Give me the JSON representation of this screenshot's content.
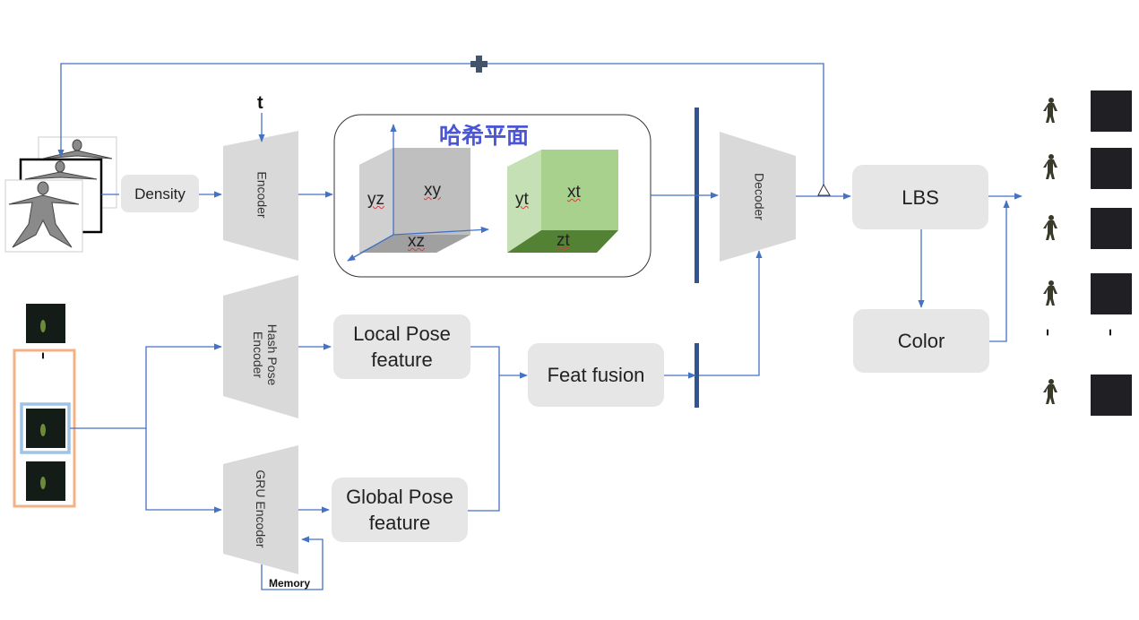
{
  "inputs": {
    "density_label": "Density",
    "t_label": "t"
  },
  "encoders": {
    "encoder": "Encoder",
    "hash_pose_encoder": "Hash Pose Encoder",
    "gru_encoder": "GRU Encoder",
    "decoder": "Decoder"
  },
  "hash_plane": {
    "title": "哈希平面",
    "grey_cube": {
      "yz": "yz",
      "xy": "xy",
      "xz": "xz"
    },
    "green_cube": {
      "yt": "yt",
      "xt": "xt",
      "zt": "zt"
    }
  },
  "features": {
    "local_pose": "Local Pose feature",
    "global_pose": "Global Pose feature",
    "feat_fusion": "Feat fusion"
  },
  "outputs": {
    "lbs": "LBS",
    "color": "Color"
  },
  "memory_label": "Memory",
  "colors": {
    "arrow": "#4472c4",
    "box_fill": "#e6e6e6",
    "trap_fill": "#d9d9d9",
    "grey_cube": "#bfbfbf",
    "green_light": "#a9d18e",
    "green_dark": "#548235",
    "title": "#4a55d8",
    "orange_frame": "#f4b183",
    "blue_frame": "#9dc3e6",
    "divider_bar": "#2f5597",
    "dark_tile": "#1f1f24"
  }
}
